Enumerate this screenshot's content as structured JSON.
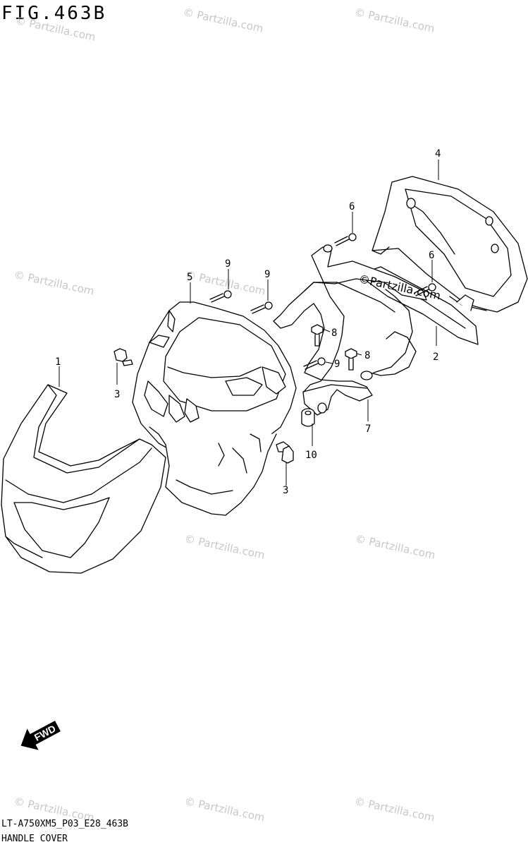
{
  "figure": {
    "title": "FIG.463B",
    "code": "LT-A750XM5_P03_E28_463B",
    "caption": "HANDLE COVER"
  },
  "callouts": {
    "c1": "1",
    "c2": "2",
    "c3a": "3",
    "c3b": "3",
    "c4": "4",
    "c5": "5",
    "c6a": "6",
    "c6b": "6",
    "c7": "7",
    "c8a": "8",
    "c8b": "8",
    "c9a": "9",
    "c9b": "9",
    "c9c": "9",
    "c10": "10"
  },
  "fwd_label": "FWD",
  "watermark": {
    "symbol": "©",
    "text": "Partzilla.com",
    "inline_text": "©Partzilla.com"
  }
}
